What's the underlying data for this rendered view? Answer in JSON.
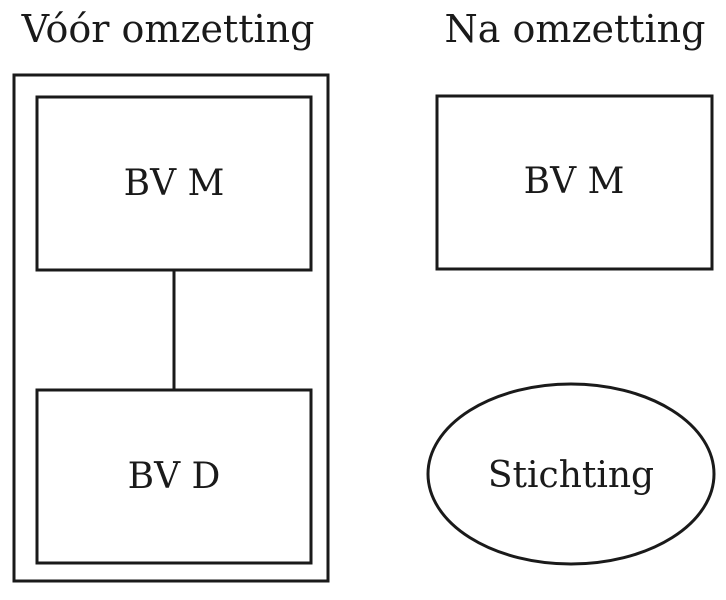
{
  "headings": {
    "before": "Vóór omzetting",
    "after": "Na omzetting"
  },
  "before": {
    "parent_entity": "BV M",
    "child_entity": "BV D"
  },
  "after": {
    "entity": "BV M",
    "foundation": "Stichting"
  },
  "colors": {
    "stroke": "#1a1a1a",
    "background": "#ffffff"
  }
}
